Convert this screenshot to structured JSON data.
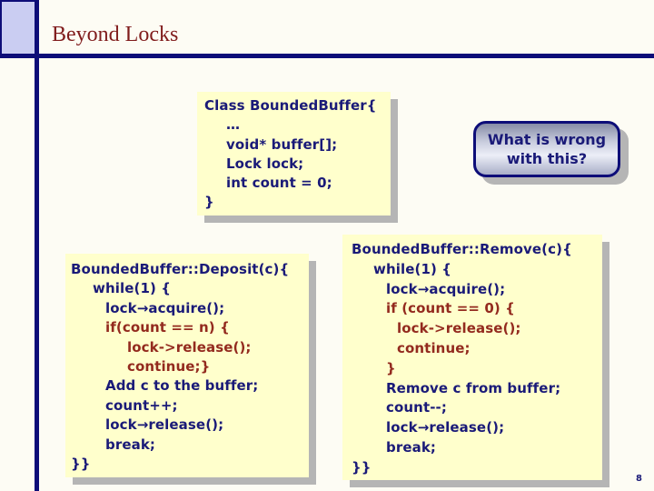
{
  "slide": {
    "title": "Beyond Locks",
    "page_number": "8",
    "colors": {
      "background": "#fdfcf4",
      "line": "#0d0d78",
      "navy": "#1a1a78",
      "dark_red": "#932a1e",
      "title_red": "#801c1c",
      "box_bg": "#ffffcc",
      "shadow": "#b5b5b5",
      "accent_square": "#cacdf2",
      "callout_top": "#868ca6",
      "callout_upper_mid": "#c9cdde",
      "callout_mid": "#eceef7",
      "callout_bottom": "#a9aec8"
    }
  },
  "class_box": {
    "lines": [
      {
        "t": "Class BoundedBuffer{",
        "c": "navy",
        "i": 0
      },
      {
        "t": "…",
        "c": "navy",
        "i": 2
      },
      {
        "t": "void* buffer[];",
        "c": "navy",
        "i": 2
      },
      {
        "t": "Lock lock;",
        "c": "navy",
        "i": 2
      },
      {
        "t": "int count = 0;",
        "c": "navy",
        "i": 2
      },
      {
        "t": "}",
        "c": "navy",
        "i": 0
      }
    ]
  },
  "callout": {
    "lines": [
      "What is wrong",
      "with this?"
    ]
  },
  "deposit_box": {
    "lines": [
      {
        "t": "BoundedBuffer::Deposit(c){",
        "c": "navy",
        "i": 0
      },
      {
        "t": "while(1) {",
        "c": "navy",
        "i": 2
      },
      {
        "t": "lock→acquire();",
        "c": "navy",
        "i": 3
      },
      {
        "t": "if(count == n) {",
        "c": "red",
        "i": 3
      },
      {
        "t": "lock->release();",
        "c": "red",
        "i": 5
      },
      {
        "t": "continue;}",
        "c": "red",
        "i": 5
      },
      {
        "t": "Add c to the buffer;",
        "c": "navy",
        "i": 3
      },
      {
        "t": "count++;",
        "c": "navy",
        "i": 3
      },
      {
        "t": "lock→release();",
        "c": "navy",
        "i": 3
      },
      {
        "t": "break;",
        "c": "navy",
        "i": 3
      },
      {
        "t": "}}",
        "c": "navy",
        "i": 0
      }
    ]
  },
  "remove_box": {
    "lines": [
      {
        "t": "BoundedBuffer::Remove(c){",
        "c": "navy",
        "i": 0
      },
      {
        "t": "while(1) {",
        "c": "navy",
        "i": 2
      },
      {
        "t": "lock→acquire();",
        "c": "navy",
        "i": 3
      },
      {
        "t": "if (count == 0) {",
        "c": "red",
        "i": 3
      },
      {
        "t": "lock->release();",
        "c": "red",
        "i": 4
      },
      {
        "t": "continue;",
        "c": "red",
        "i": 4
      },
      {
        "t": "}",
        "c": "red",
        "i": 3
      },
      {
        "t": "Remove c from buffer;",
        "c": "navy",
        "i": 3
      },
      {
        "t": "count--;",
        "c": "navy",
        "i": 3
      },
      {
        "t": "lock→release();",
        "c": "navy",
        "i": 3
      },
      {
        "t": "break;",
        "c": "navy",
        "i": 3
      },
      {
        "t": "}}",
        "c": "navy",
        "i": 0
      }
    ]
  }
}
